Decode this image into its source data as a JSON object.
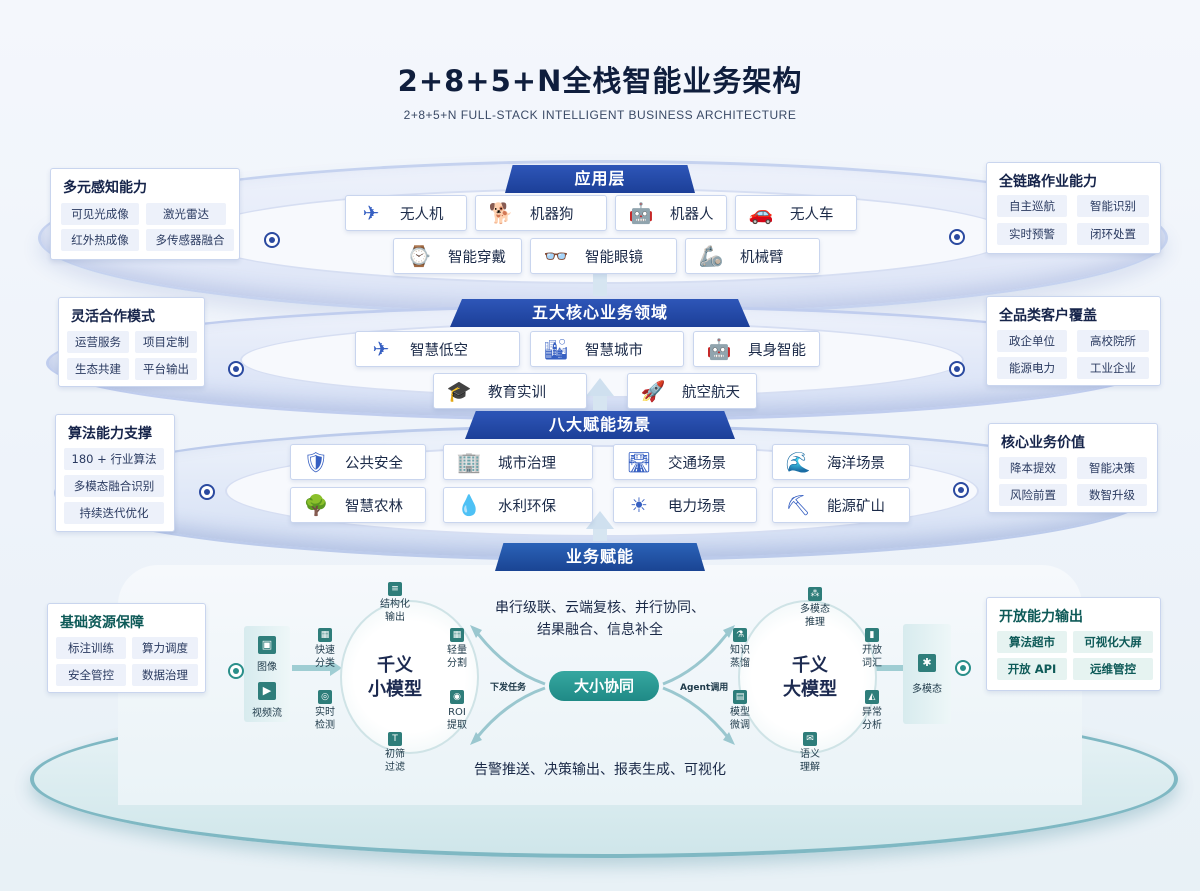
{
  "title": "2+8+5+N全栈智能业务架构",
  "subtitle": "2+8+5+N FULL-STACK INTELLIGENT BUSINESS ARCHITECTURE",
  "layers": {
    "app": "应用层",
    "core": "五大核心业务领域",
    "scenes": "八大赋能场景",
    "empower": "业务赋能"
  },
  "app_items": [
    "无人机",
    "机器狗",
    "机器人",
    "无人车",
    "智能穿戴",
    "智能眼镜",
    "机械臂"
  ],
  "core_items": [
    "智慧低空",
    "智慧城市",
    "具身智能",
    "教育实训",
    "航空航天"
  ],
  "scene_items": [
    "公共安全",
    "城市治理",
    "交通场景",
    "海洋场景",
    "智慧农林",
    "水利环保",
    "电力场景",
    "能源矿山"
  ],
  "panels": {
    "perception": {
      "title": "多元感知能力",
      "chips": [
        "可见光成像",
        "激光雷达",
        "红外热成像",
        "多传感器融合"
      ]
    },
    "fullchain": {
      "title": "全链路作业能力",
      "chips": [
        "自主巡航",
        "智能识别",
        "实时预警",
        "闭环处置"
      ]
    },
    "coop": {
      "title": "灵活合作模式",
      "chips": [
        "运营服务",
        "项目定制",
        "生态共建",
        "平台输出"
      ]
    },
    "customers": {
      "title": "全品类客户覆盖",
      "chips": [
        "政企单位",
        "高校院所",
        "能源电力",
        "工业企业"
      ]
    },
    "algo": {
      "title": "算法能力支撑",
      "chips": [
        "180 + 行业算法",
        "多模态融合识别",
        "持续迭代优化"
      ]
    },
    "value": {
      "title": "核心业务价值",
      "chips": [
        "降本提效",
        "智能决策",
        "风险前置",
        "数智升级"
      ]
    },
    "resource": {
      "title": "基础资源保障",
      "chips": [
        "标注训练",
        "算力调度",
        "安全管控",
        "数据治理"
      ]
    },
    "open": {
      "title": "开放能力输出",
      "chips": [
        "算法超市",
        "可视化大屏",
        "开放 API",
        "远维管控"
      ]
    }
  },
  "hub": {
    "small_title": "千义\n小模型",
    "large_title": "千义\n大模型",
    "collab": "大小协同",
    "top_text_1": "串行级联、云端复核、并行协同、",
    "top_text_2": "结果融合、信息补全",
    "bottom_text": "告警推送、决策输出、报表生成、可视化",
    "left_arrow_label": "下发任务",
    "right_arrow_label": "Agent调用",
    "small_nodes": [
      "结构化\n输出",
      "快速\n分类",
      "轻量\n分割",
      "实时\n检测",
      "ROI\n提取",
      "初筛\n过滤"
    ],
    "large_nodes": [
      "多模态\n推理",
      "知识\n蒸馏",
      "开放\n词汇",
      "模型\n微调",
      "异常\n分析",
      "语义\n理解"
    ],
    "left_inputs": [
      "图像",
      "视频流"
    ],
    "right_input": "多模态"
  }
}
